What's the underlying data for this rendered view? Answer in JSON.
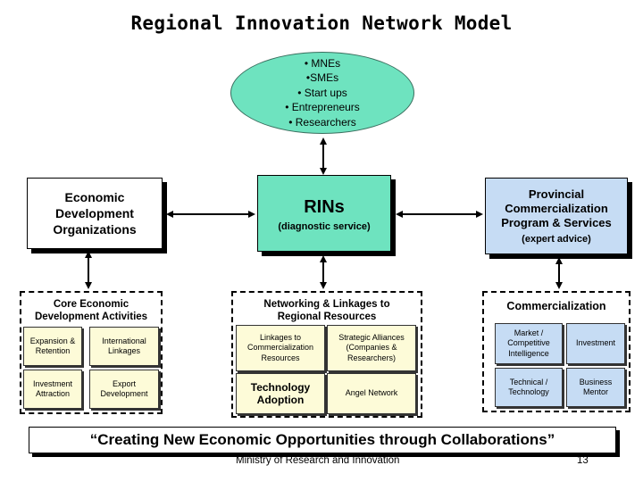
{
  "title": "Regional Innovation Network Model",
  "stakeholders": [
    "• MNEs",
    "•SMEs",
    "• Start ups",
    "• Entrepreneurs",
    "• Researchers"
  ],
  "edo": {
    "label": "Economic Development Organizations",
    "lines": [
      "Economic",
      "Development",
      "Organizations"
    ]
  },
  "rins": {
    "title": "RINs",
    "subtitle": "(diagnostic service)"
  },
  "provincial": {
    "lines": [
      "Provincial",
      "Commercialization",
      "Program & Services"
    ],
    "subtitle": "(expert advice)"
  },
  "core_group": {
    "heading_lines": [
      "Core Economic",
      "Development Activities"
    ],
    "cells": [
      "Expansion & Retention",
      "International Linkages",
      "Investment Attraction",
      "Export Development"
    ]
  },
  "networking_group": {
    "heading_lines": [
      "Networking & Linkages to",
      "Regional Resources"
    ],
    "cells": [
      "Linkages to Commercialization Resources",
      "Strategic Alliances (Companies & Researchers)",
      "Technology Adoption",
      "Angel Network"
    ]
  },
  "commercialization_group": {
    "heading": "Commercialization",
    "cells": [
      "Market / Competitive Intelligence",
      "Investment",
      "Technical / Technology",
      "Business Mentor"
    ]
  },
  "tagline": "“Creating New Economic Opportunities through Collaborations”",
  "footer": {
    "ministry": "Ministry of Research and Innovation",
    "page": "13"
  },
  "colors": {
    "teal": "#6ee3bf",
    "light_blue": "#c6dcf4",
    "light_yellow": "#fdfbd8"
  }
}
